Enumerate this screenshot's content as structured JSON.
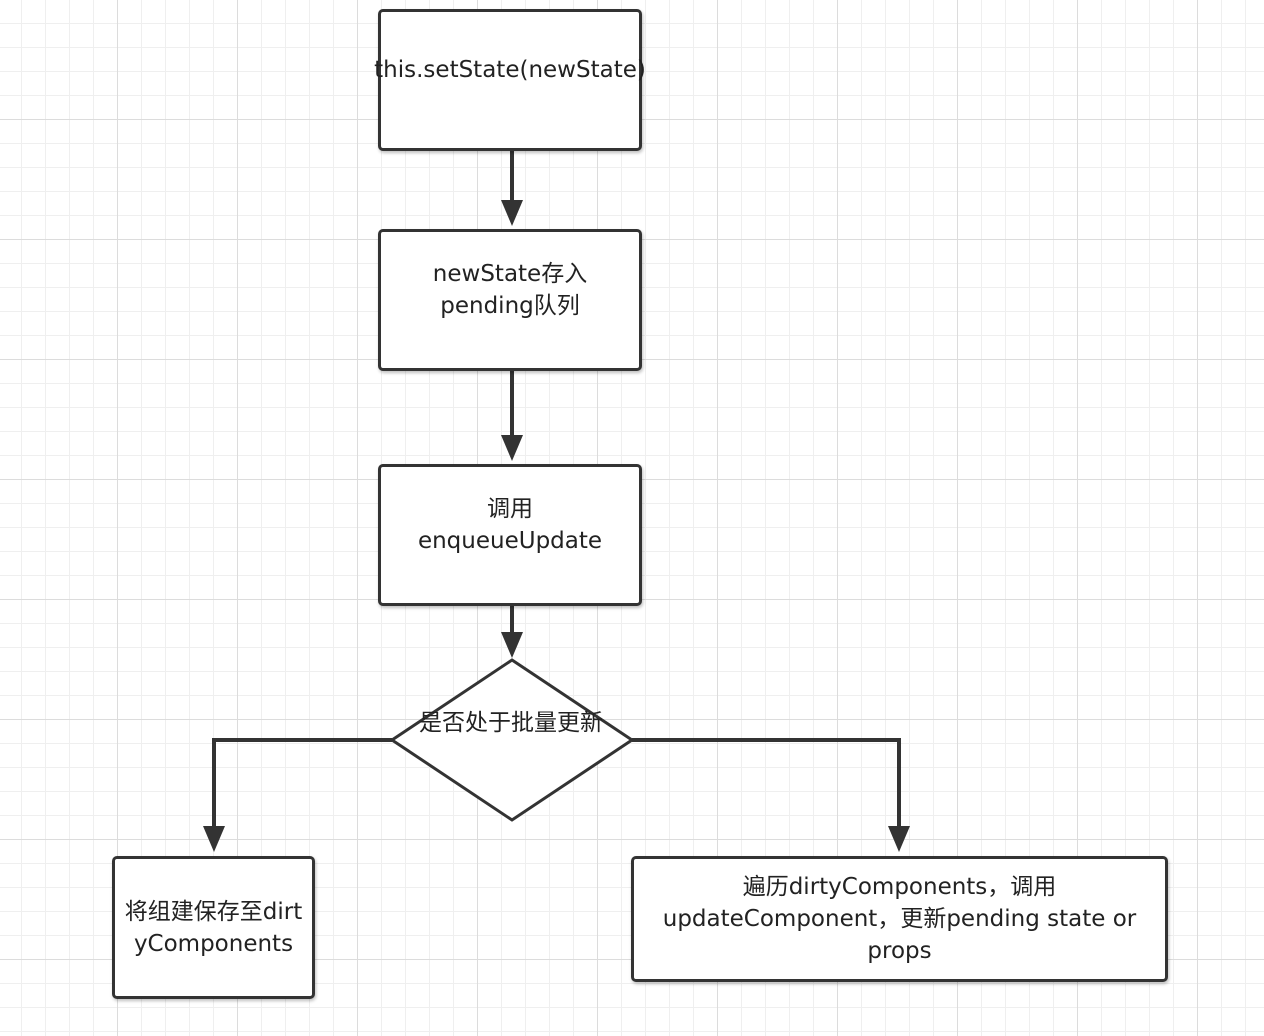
{
  "nodes": {
    "set_state": "this.setState(newState)",
    "pending_queue": "newState存入pending队列",
    "enqueue_update": "调用enqueueUpdate",
    "batch_decision": "是否处于批量更新",
    "save_dirty": "将组建保存至dirtyComponents",
    "traverse_update": "遍历dirtyComponents，调用updateComponent，更新pending state or props"
  },
  "colors": {
    "stroke": "#333333",
    "text": "#222222",
    "grid_major": "#dcdcdc",
    "grid_minor": "#efefef"
  }
}
